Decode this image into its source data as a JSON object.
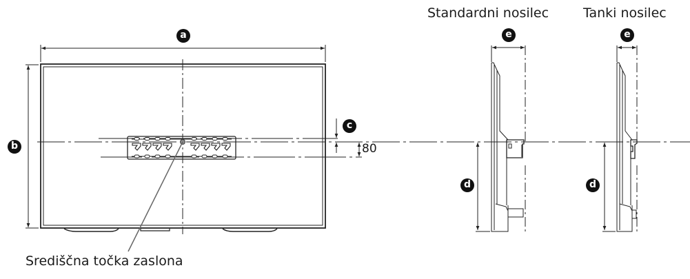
{
  "diagram": {
    "labels": {
      "standard_bracket": "Standardni nosilec",
      "slim_bracket": "Tanki nosilec",
      "screen_center": "Središčna točka zaslona",
      "dimension_80": "80"
    },
    "badges": {
      "a": "a",
      "b": "b",
      "c": "c",
      "d_standard": "d",
      "d_slim": "d",
      "e_standard": "e",
      "e_slim": "e"
    },
    "colors": {
      "line": "#222222",
      "badge_bg": "#111111",
      "badge_text": "#ffffff",
      "background": "#ffffff"
    }
  }
}
